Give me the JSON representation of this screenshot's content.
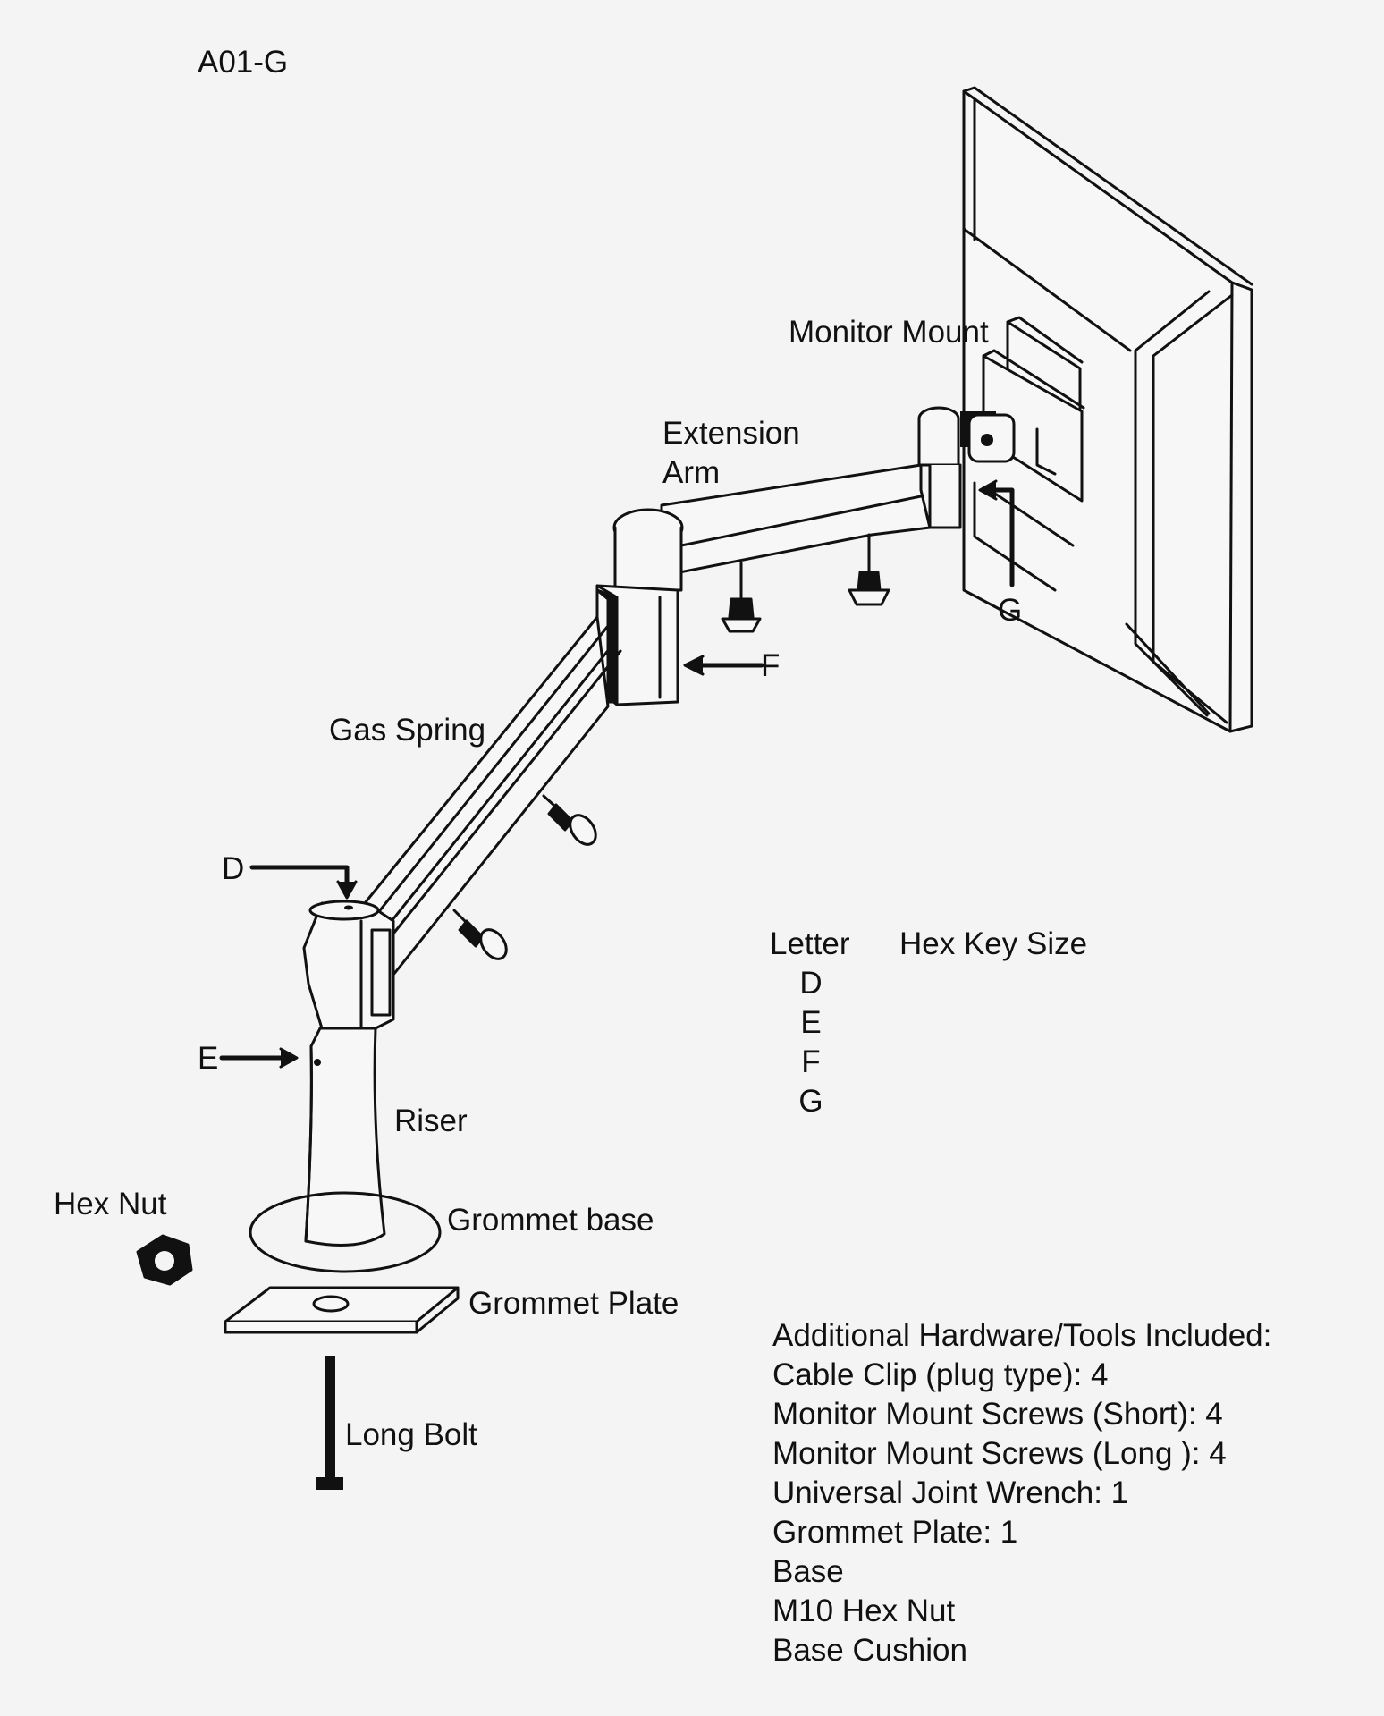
{
  "model_code": "A01-G",
  "labels": {
    "monitor_mount": "Monitor Mount",
    "extension_arm_line1": "Extension",
    "extension_arm_line2": "Arm",
    "gas_spring": "Gas Spring",
    "riser": "Riser",
    "hex_nut": "Hex Nut",
    "grommet_base": "Grommet base",
    "grommet_plate": "Grommet Plate",
    "long_bolt": "Long Bolt"
  },
  "callouts": {
    "d": "D",
    "e": "E",
    "f": "F",
    "g": "G"
  },
  "hex_key_table": {
    "header_letter": "Letter",
    "header_size": "Hex Key Size",
    "letters": [
      "D",
      "E",
      "F",
      "G"
    ]
  },
  "hardware": {
    "heading": "Additional Hardware/Tools Included:",
    "items": [
      "Cable Clip (plug type): 4",
      "Monitor Mount Screws (Short): 4",
      "Monitor Mount Screws (Long ): 4",
      "Universal Joint Wrench: 1",
      "Grommet Plate: 1",
      "Base",
      "M10 Hex Nut",
      "Base Cushion"
    ]
  },
  "colors": {
    "background": "#f4f4f4",
    "ink": "#111111"
  }
}
